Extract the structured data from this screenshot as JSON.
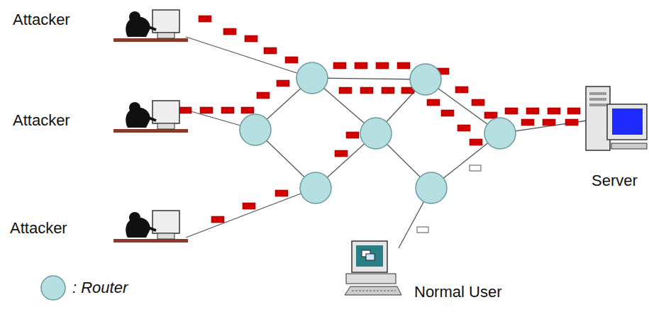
{
  "diagram": {
    "labels": [
      "Attacker",
      "Attacker",
      "Attacker",
      "Server",
      "Normal User"
    ],
    "legend": [
      {
        "text": ": Router"
      }
    ]
  }
}
